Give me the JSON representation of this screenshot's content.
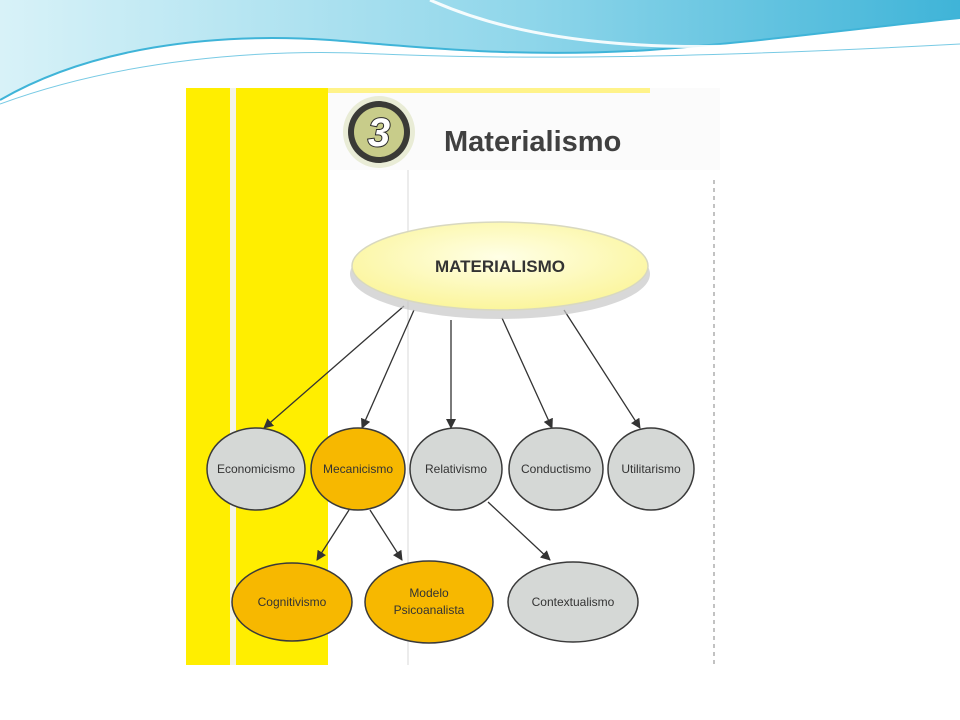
{
  "colors": {
    "banner_light": "#d8f2f8",
    "banner_mid": "#8fd6ea",
    "banner_dark": "#3fb4d8",
    "yellow_strip": "#ffee00",
    "header_bg": "#fbfbfb",
    "badge_dark": "#3a3a36",
    "badge_fill": "#c8cc8a",
    "root_fill": "#fbf59c",
    "grey_node": "#d5d8d6",
    "orange_node": "#f7b800",
    "node_stroke": "#3a3a3a",
    "arrow": "#333333"
  },
  "header": {
    "badge_number": "3",
    "title": "Materialismo"
  },
  "diagram": {
    "root": {
      "label": "MATERIALISMO"
    },
    "level1": [
      {
        "id": "economicismo",
        "label": "Economicismo",
        "style": "grey"
      },
      {
        "id": "mecanicismo",
        "label": "Mecanicismo",
        "style": "orange"
      },
      {
        "id": "relativismo",
        "label": "Relativismo",
        "style": "grey"
      },
      {
        "id": "conductismo",
        "label": "Conductismo",
        "style": "grey"
      },
      {
        "id": "utilitarismo",
        "label": "Utilitarismo",
        "style": "grey"
      }
    ],
    "level2": [
      {
        "id": "cognitivismo",
        "label_lines": [
          "Cognitivismo"
        ],
        "style": "orange",
        "parent": "mecanicismo"
      },
      {
        "id": "modelo-psicoanalista",
        "label_lines": [
          "Modelo",
          "Psicoanalista"
        ],
        "style": "orange",
        "parent": "mecanicismo"
      },
      {
        "id": "contextualismo",
        "label_lines": [
          "Contextualismo"
        ],
        "style": "grey",
        "parent": "relativismo"
      }
    ]
  }
}
